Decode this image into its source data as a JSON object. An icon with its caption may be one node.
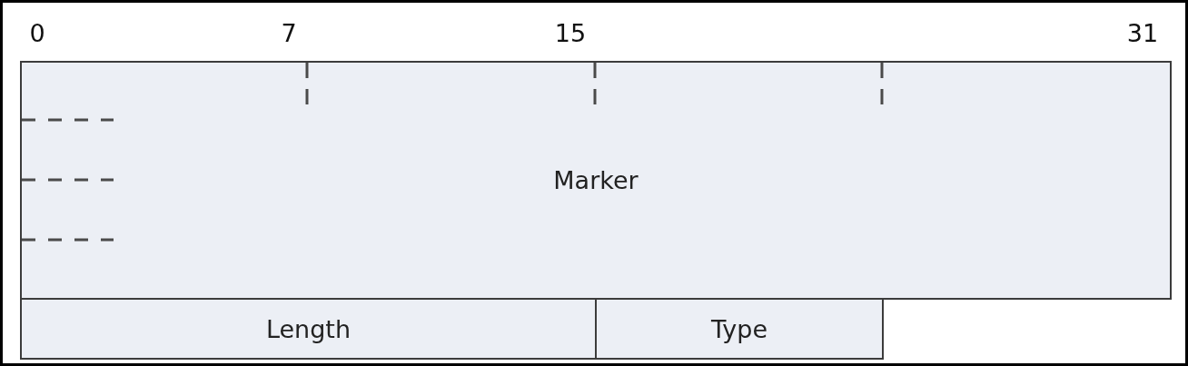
{
  "diagram": {
    "nodes": [
      {
        "text": [
          "Marker"
        ]
      },
      {
        "text": [
          "Length"
        ]
      },
      {
        "text": [
          "Type"
        ]
      }
    ],
    "labels": [
      "0",
      "7",
      "15",
      "31"
    ]
  }
}
